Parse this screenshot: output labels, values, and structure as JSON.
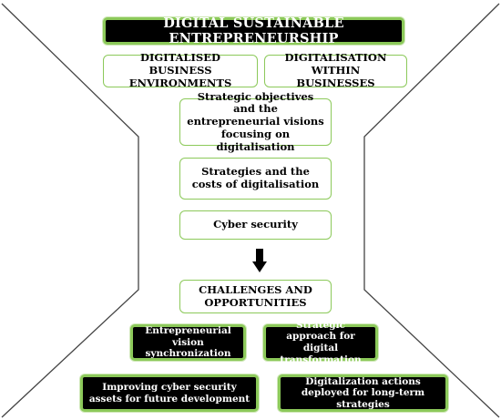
{
  "title": "DIGITAL SUSTAINABLE ENTREPRENEURSHIP",
  "top_boxes": {
    "left": "DIGITALISED BUSINESS ENVIRONMENTS",
    "right": "DIGITALISATION WITHIN BUSINESSES"
  },
  "steps": [
    "Strategic objectives and the entrepreneurial visions focusing on digitalisation",
    "Strategies and the costs of digitalisation",
    "Cyber security"
  ],
  "arrow_icon": "arrow-down-icon",
  "challenges": "CHALLENGES AND OPPORTUNITIES",
  "outcomes": [
    "Entrepreneurial vision synchronization",
    "Strategic approach for digital transformation",
    "Improving cyber security assets for future development",
    "Digitalization actions deployed for long-term strategies"
  ],
  "colors": {
    "dark_fill": "#000000",
    "accent_border": "#8cc95a",
    "frame_lines": "#444444"
  }
}
